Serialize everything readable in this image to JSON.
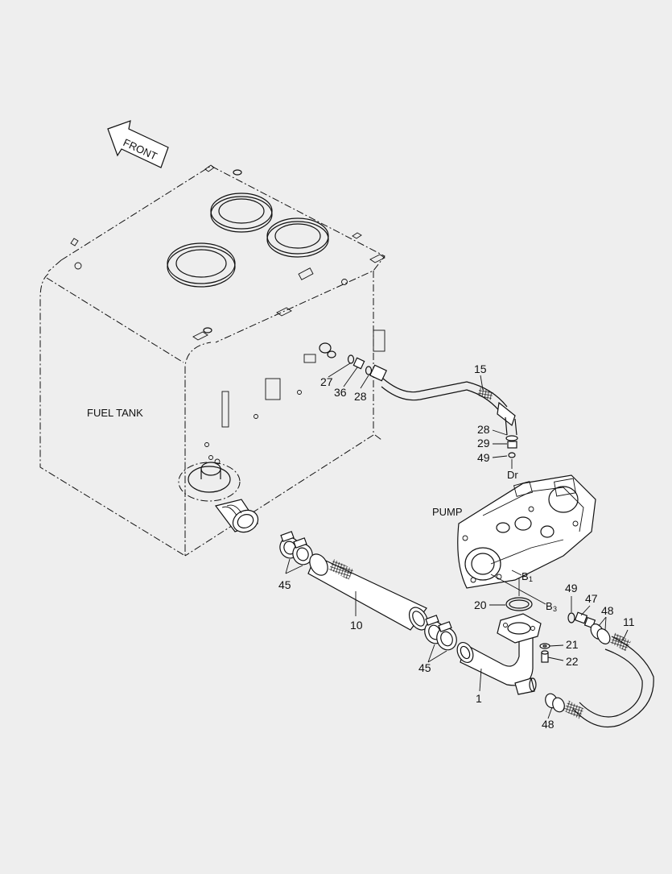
{
  "diagram": {
    "direction_label": "FRONT",
    "component_labels": {
      "fuel_tank": "FUEL TANK",
      "pump": "PUMP"
    },
    "port_labels": {
      "drain": "Dr",
      "b1": "B",
      "b1_sub": "1",
      "b3": "B",
      "b3_sub": "3"
    },
    "callouts": {
      "c27": "27",
      "c36": "36",
      "c28a": "28",
      "c15": "15",
      "c28b": "28",
      "c29": "29",
      "c49a": "49",
      "c45a": "45",
      "c10": "10",
      "c45b": "45",
      "c20": "20",
      "c1": "1",
      "c21": "21",
      "c22": "22",
      "c49b": "49",
      "c47": "47",
      "c48a": "48",
      "c11": "11",
      "c48b": "48"
    }
  }
}
